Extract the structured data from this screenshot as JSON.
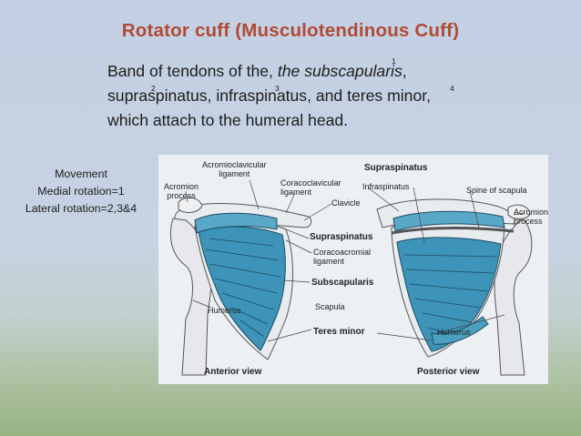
{
  "title": "Rotator cuff (Musculotendinous Cuff)",
  "body": {
    "line1_a": "Band of tendons of the, ",
    "line1_b": "the subscapularis",
    "line1_c": ",",
    "line2": "supraspinatus, infraspinatus, and teres minor,",
    "line3": "which attach to the humeral head.",
    "superscripts": [
      "1",
      "2",
      "3",
      "4"
    ]
  },
  "movement": {
    "heading": "Movement",
    "medial": "Medial rotation=1",
    "lateral": "Lateral rotation=2,3&4"
  },
  "figure_labels": {
    "acromioclavicular_1": "Acromioclavicular",
    "acromioclavicular_2": "ligament",
    "acromion_left_1": "Acromion",
    "acromion_left_2": "process",
    "coracoclavicular_1": "Coracoclavicular",
    "coracoclavicular_2": "ligament",
    "clavicle": "Clavicle",
    "supraspinatus_top": "Supraspinatus",
    "infraspinatus": "Infraspinatus",
    "spine_of_scapula": "Spine of scapula",
    "acromion_right_1": "Acromion",
    "acromion_right_2": "process",
    "supraspinatus_mid": "Supraspinatus",
    "coracoacromial_1": "Coracoacromial",
    "coracoacromial_2": "ligament",
    "subscapularis": "Subscapularis",
    "humerus_left": "Humerus",
    "scapula": "Scapula",
    "teres_minor": "Teres minor",
    "humerus_right": "Humerus",
    "anterior_view": "Anterior view",
    "posterior_view": "Posterior view"
  },
  "colors": {
    "title": "#b04a35",
    "muscle": "#3d93b8",
    "bone": "#e9ecef"
  }
}
